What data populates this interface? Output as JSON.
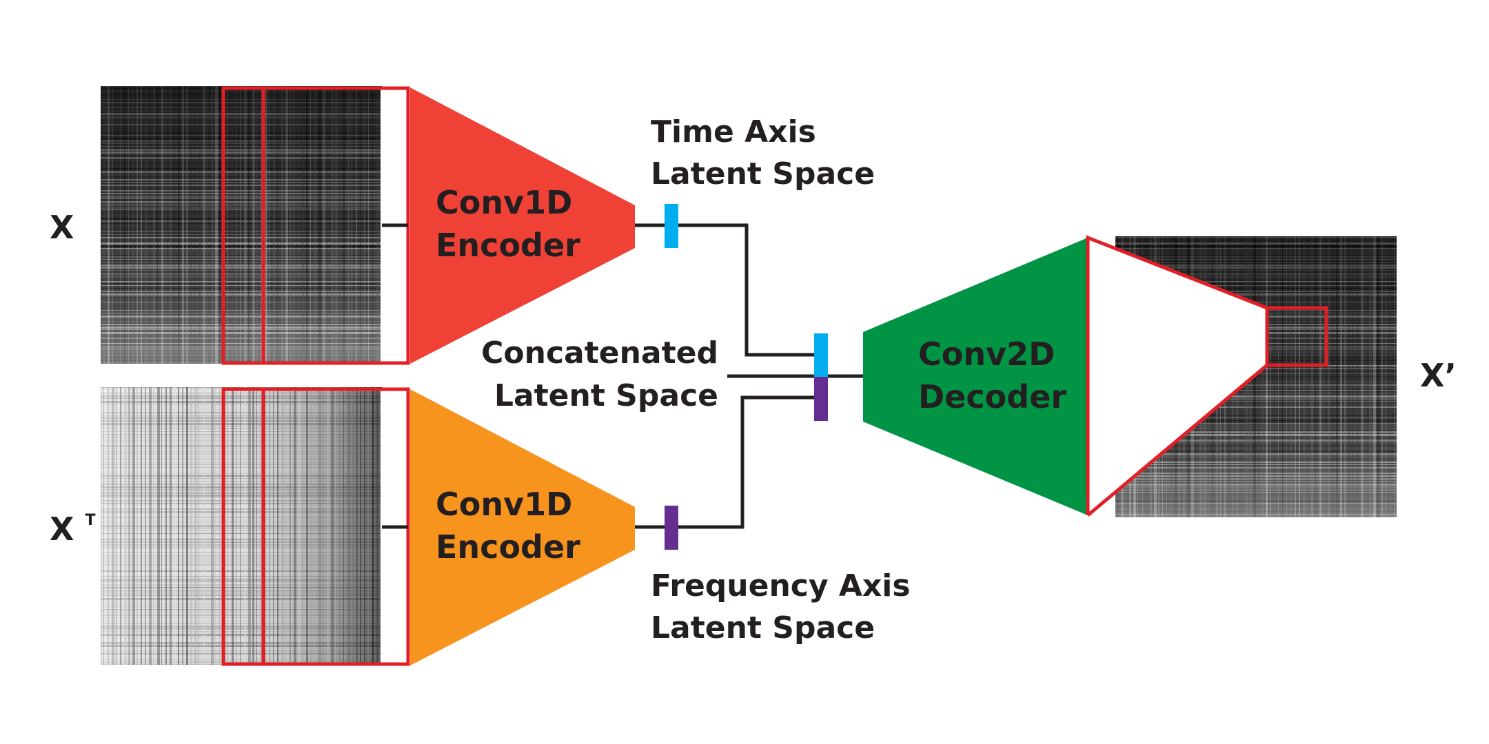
{
  "labels": {
    "input_x": "X",
    "input_xt_base": "X",
    "input_xt_sup": "T",
    "output_x": "X’",
    "encoder_top": [
      "Conv1D",
      "Encoder"
    ],
    "encoder_bottom": [
      "Conv1D",
      "Encoder"
    ],
    "decoder": [
      "Conv2D",
      "Decoder"
    ],
    "time_latent": [
      "Time Axis",
      "Latent Space"
    ],
    "freq_latent": [
      "Frequency Axis",
      "Latent Space"
    ],
    "concat_latent": [
      "Concatenated",
      "Latent Space"
    ]
  },
  "colors": {
    "encoder_top": "#ef4136",
    "encoder_bottom": "#f7941d",
    "decoder": "#009444",
    "time_latent": "#00aeef",
    "freq_latent": "#662d91",
    "frame": "#e21f26",
    "line": "#231f20",
    "text": "#231f20"
  }
}
